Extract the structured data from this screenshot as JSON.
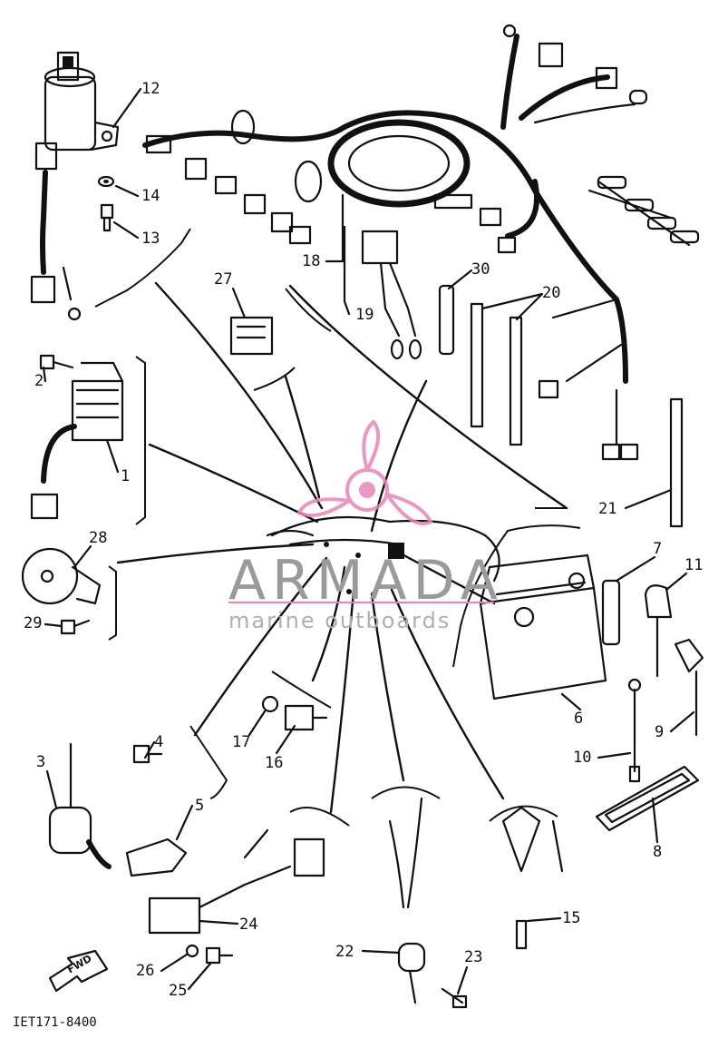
{
  "drawing_code": "IET171-8400",
  "watermark": {
    "brand": "ARMADA",
    "tagline": "marine outboards",
    "logo_color": "#e985b6",
    "text_color": "#9a9a9a"
  },
  "fwd_arrow_label": "FWD",
  "callouts": [
    {
      "id": "12",
      "label": "12"
    },
    {
      "id": "14",
      "label": "14"
    },
    {
      "id": "13",
      "label": "13"
    },
    {
      "id": "18",
      "label": "18"
    },
    {
      "id": "27",
      "label": "27"
    },
    {
      "id": "30",
      "label": "30"
    },
    {
      "id": "20",
      "label": "20"
    },
    {
      "id": "19",
      "label": "19"
    },
    {
      "id": "2",
      "label": "2"
    },
    {
      "id": "1",
      "label": "1"
    },
    {
      "id": "21",
      "label": "21"
    },
    {
      "id": "28",
      "label": "28"
    },
    {
      "id": "29",
      "label": "29"
    },
    {
      "id": "7",
      "label": "7"
    },
    {
      "id": "11",
      "label": "11"
    },
    {
      "id": "6",
      "label": "6"
    },
    {
      "id": "9",
      "label": "9"
    },
    {
      "id": "10",
      "label": "10"
    },
    {
      "id": "17",
      "label": "17"
    },
    {
      "id": "16",
      "label": "16"
    },
    {
      "id": "4",
      "label": "4"
    },
    {
      "id": "3",
      "label": "3"
    },
    {
      "id": "5",
      "label": "5"
    },
    {
      "id": "8",
      "label": "8"
    },
    {
      "id": "24",
      "label": "24"
    },
    {
      "id": "22",
      "label": "22"
    },
    {
      "id": "23",
      "label": "23"
    },
    {
      "id": "15",
      "label": "15"
    },
    {
      "id": "26",
      "label": "26"
    },
    {
      "id": "25",
      "label": "25"
    }
  ]
}
